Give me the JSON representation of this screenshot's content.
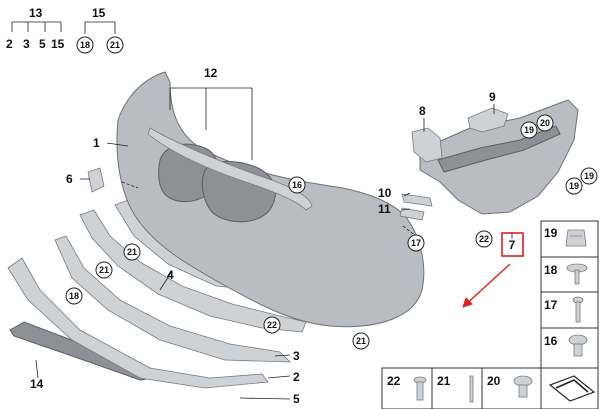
{
  "groups": [
    {
      "number": "13",
      "members": [
        "2",
        "3",
        "5",
        "15"
      ]
    },
    {
      "number": "15",
      "members": [
        "18",
        "21"
      ]
    }
  ],
  "callouts": [
    "1",
    "2",
    "3",
    "4",
    "5",
    "6",
    "7",
    "8",
    "9",
    "10",
    "11",
    "12",
    "14",
    "16",
    "17",
    "18",
    "19",
    "20",
    "21",
    "22"
  ],
  "highlighted_part": "7",
  "hardware_panel": [
    "19",
    "18",
    "17",
    "16",
    "22",
    "21",
    "20"
  ],
  "highlight_color": "#e0201f"
}
